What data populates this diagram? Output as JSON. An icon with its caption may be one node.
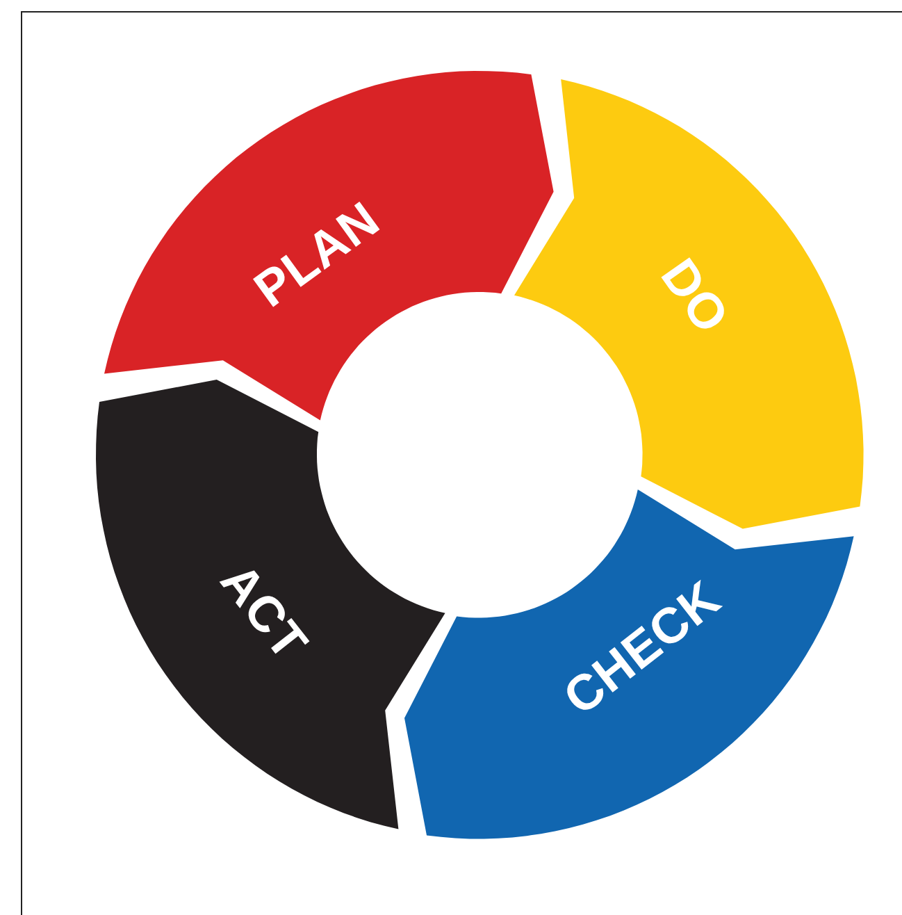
{
  "diagram": {
    "nodes": [
      {
        "text": [
          "PLAN"
        ]
      },
      {
        "text": [
          "DO"
        ]
      },
      {
        "text": [
          "CHECK"
        ]
      },
      {
        "text": [
          "ACT"
        ]
      }
    ]
  }
}
